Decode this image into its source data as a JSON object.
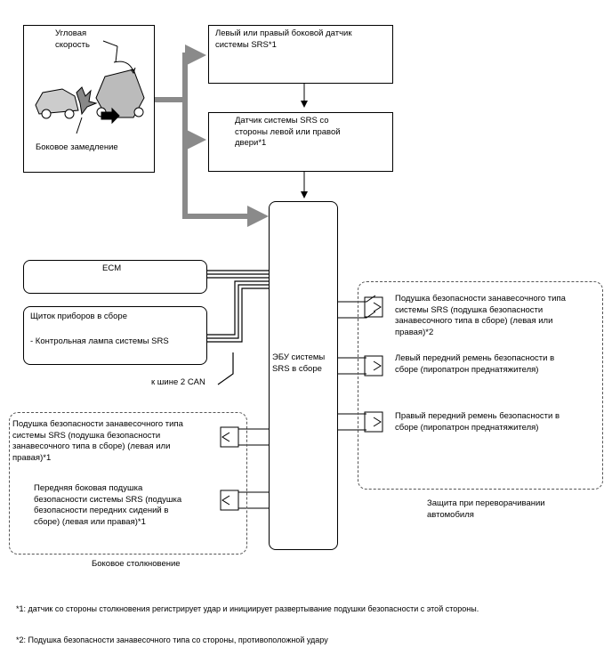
{
  "input_box": {
    "angular_speed_label": "Угловая\nскорость",
    "lateral_decel_label": "Боковое замедление"
  },
  "side_sensor": {
    "label": "Левый или правый боковой датчик\nсистемы SRS*1"
  },
  "door_sensor": {
    "label": "Датчик системы SRS со\nстороны левой или правой\nдвери*1"
  },
  "ecm": {
    "label": "ECM"
  },
  "combination_meter": {
    "title": "Щиток приборов в сборе",
    "item": "- Контрольная лампа системы SRS"
  },
  "can_bus_label": "к шине 2 CAN",
  "airbag_ecu": {
    "label": "ЭБУ системы\nSRS в сборе"
  },
  "rollover_group": {
    "caption": "Защита при переворачивании\nавтомобиля",
    "items": [
      "Подушка безопасности занавесочного типа\nсистемы SRS (подушка безопасности\nзанавесочного типа в сборе) (левая или\nправая)*2",
      "Левый передний ремень безопасности в\nсборе (пиропатрон преднатяжителя)",
      "Правый передний ремень безопасности в\nсборе (пиропатрон преднатяжителя)"
    ]
  },
  "side_collision_group": {
    "caption": "Боковое столкновение",
    "items": [
      "Подушка безопасности занавесочного типа\nсистемы SRS (подушка безопасности\nзанавесочного типа в сборе) (левая или\nправая)*1",
      "Передняя боковая подушка\nбезопасности системы SRS (подушка\nбезопасности передних сидений в\nсборе) (левая или правая)*1"
    ]
  },
  "footnotes": [
    "*1: датчик со стороны столкновения регистрирует удар и инициирует развертывание подушки безопасности с этой стороны.",
    "*2: Подушка безопасности занавесочного типа со стороны, противоположной удару"
  ],
  "colors": {
    "wide_arrow": "#8a8a8a",
    "line": "#000000",
    "dashed_border": "#555555"
  },
  "icons": [
    "car-rollover-illustration",
    "arrow-icon",
    "connector-icon"
  ]
}
